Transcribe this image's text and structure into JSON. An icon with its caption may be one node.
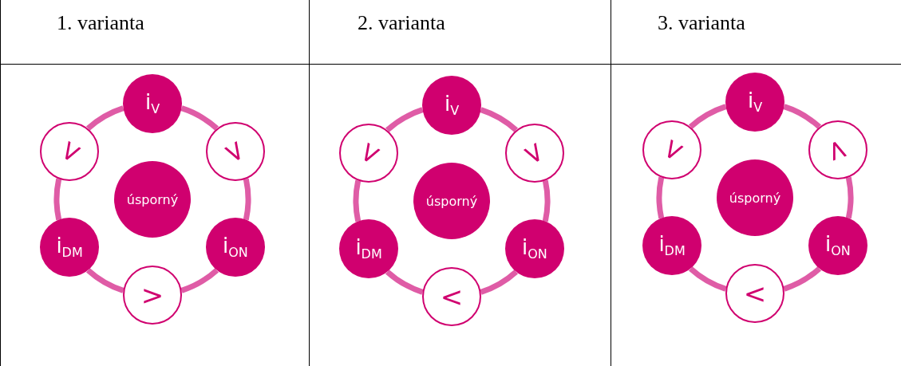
{
  "diagram": {
    "nodes": [
      {
        "text": [
          "1. varianta"
        ]
      },
      {
        "text": [
          "i$_{V}$"
        ],
        "in": 0
      },
      {
        "text": [
          ">"
        ],
        "in": 0
      },
      {
        "text": [
          "i$_{ON}$"
        ],
        "in": 0
      },
      {
        "text": [
          ">"
        ],
        "in": 0
      },
      {
        "text": [
          "i$_{DM}$"
        ],
        "in": 0
      },
      {
        "text": [
          "<"
        ],
        "in": 0
      },
      {
        "text": [
          "úsporný"
        ],
        "in": 0
      },
      {
        "text": [
          "2. varianta"
        ]
      },
      {
        "text": [
          "i$_{V}$"
        ],
        "in": 8
      },
      {
        "text": [
          ">"
        ],
        "in": 8
      },
      {
        "text": [
          "i$_{ON}$"
        ],
        "in": 8
      },
      {
        "text": [
          "<"
        ],
        "in": 8
      },
      {
        "text": [
          "i$_{DM}$"
        ],
        "in": 8
      },
      {
        "text": [
          "<"
        ],
        "in": 8
      },
      {
        "text": [
          "úsporný"
        ],
        "in": 8
      },
      {
        "text": [
          "3. varianta"
        ]
      },
      {
        "text": [
          "i$_{V}$"
        ],
        "in": 16
      },
      {
        "text": [
          "<"
        ],
        "in": 16
      },
      {
        "text": [
          "i$_{ON}$"
        ],
        "in": 16
      },
      {
        "text": [
          "<"
        ],
        "in": 16
      },
      {
        "text": [
          "i$_{DM}$"
        ],
        "in": 16
      },
      {
        "text": [
          "<"
        ],
        "in": 16
      },
      {
        "text": [
          "úsporný"
        ],
        "in": 16
      }
    ],
    "edges": [
      {
        "from": 1,
        "to": 2,
        "arrow": "none"
      },
      {
        "from": 2,
        "to": 3,
        "arrow": "none"
      },
      {
        "from": 3,
        "to": 4,
        "arrow": "none"
      },
      {
        "from": 4,
        "to": 5,
        "arrow": "none"
      },
      {
        "from": 5,
        "to": 6,
        "arrow": "none"
      },
      {
        "from": 6,
        "to": 1,
        "arrow": "none"
      },
      {
        "from": 9,
        "to": 10,
        "arrow": "none"
      },
      {
        "from": 10,
        "to": 11,
        "arrow": "none"
      },
      {
        "from": 11,
        "to": 12,
        "arrow": "none"
      },
      {
        "from": 12,
        "to": 13,
        "arrow": "none"
      },
      {
        "from": 13,
        "to": 14,
        "arrow": "none"
      },
      {
        "from": 14,
        "to": 9,
        "arrow": "none"
      },
      {
        "from": 17,
        "to": 18,
        "arrow": "none"
      },
      {
        "from": 18,
        "to": 19,
        "arrow": "none"
      },
      {
        "from": 19,
        "to": 20,
        "arrow": "none"
      },
      {
        "from": 20,
        "to": 21,
        "arrow": "none"
      },
      {
        "from": 21,
        "to": 22,
        "arrow": "none"
      },
      {
        "from": 22,
        "to": 17,
        "arrow": "none"
      }
    ]
  }
}
